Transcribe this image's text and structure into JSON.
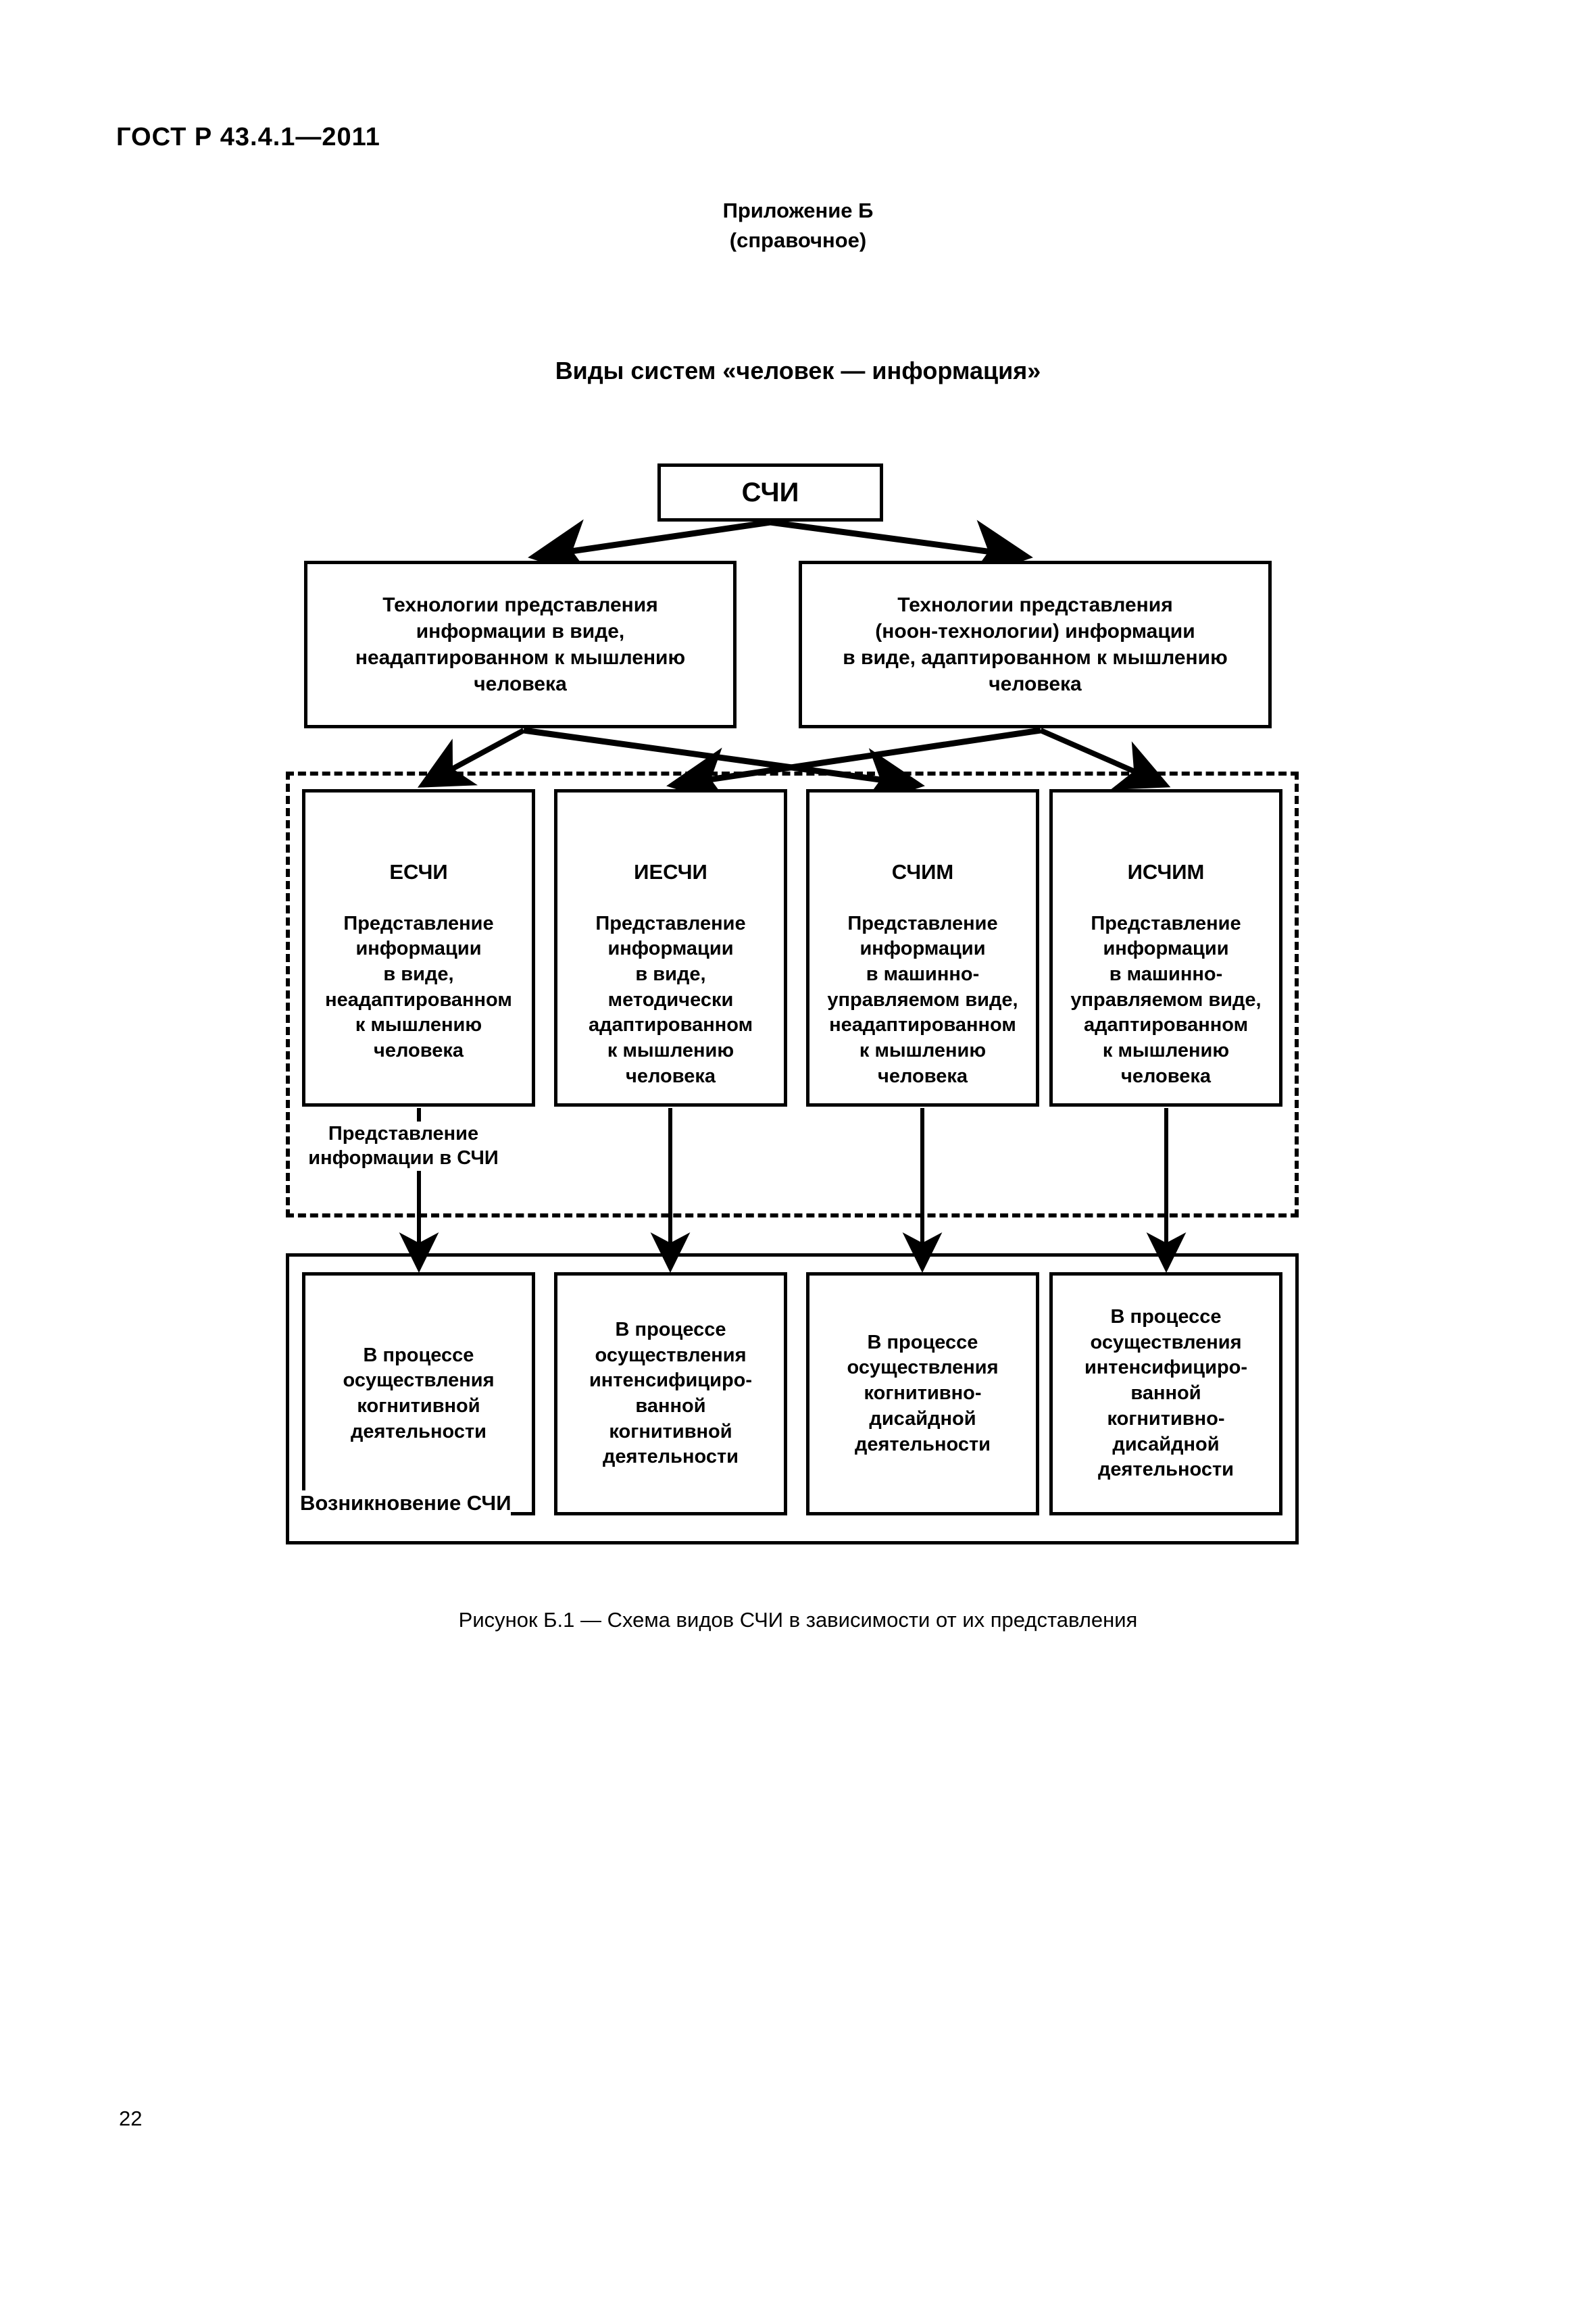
{
  "document": {
    "header": "ГОСТ Р 43.4.1—2011",
    "page_number": "22"
  },
  "appendix": {
    "title": "Приложение Б",
    "subtitle": "(справочное)"
  },
  "section": {
    "title": "Виды систем «человек — информация»"
  },
  "diagram": {
    "root": {
      "label": "СЧИ"
    },
    "level2": [
      {
        "id": "tech-nonadapted",
        "label": "Технологии представления\nинформации в виде,\nнеадаптированном к мышлению\nчеловека"
      },
      {
        "id": "tech-adapted",
        "label": "Технологии представления\n(ноон-технологии) информации\nв виде, адаптированном к мышлению\nчеловека"
      }
    ],
    "level3": [
      {
        "id": "eschi",
        "abbr": "ЕСЧИ",
        "label": "Представление\nинформации\nв виде,\nнеадаптированном\nк мышлению\nчеловека"
      },
      {
        "id": "ieschi",
        "abbr": "ИЕСЧИ",
        "label": "Представление\nинформации\nв виде,\nметодически\nадаптированном\nк мышлению\nчеловека"
      },
      {
        "id": "schim",
        "abbr": "СЧИМ",
        "label": "Представление\nинформации\nв машинно-\nуправляемом виде,\nнеадаптированном\nк мышлению\nчеловека"
      },
      {
        "id": "ischim",
        "abbr": "ИСЧИМ",
        "label": "Представление\nинформации\nв машинно-\nуправляемом виде,\nадаптированном\nк мышлению\nчеловека"
      }
    ],
    "level4": [
      {
        "id": "proc-cognitive",
        "label": "В процессе\nосуществления\nкогнитивной\nдеятельности"
      },
      {
        "id": "proc-intens-cogn",
        "label": "В процессе\nосуществления\nинтенсифициро-\nванной\nкогнитивной\nдеятельности"
      },
      {
        "id": "proc-cogn-diside",
        "label": "В процессе\nосуществления\nкогнитивно-\nдисайдной\nдеятельности"
      },
      {
        "id": "proc-intens-diside",
        "label": "В процессе\nосуществления\nинтенсифициро-\nванной\nкогнитивно-\nдисайдной\nдеятельности"
      }
    ],
    "groups": {
      "representation": "Представление\nинформации в СЧИ",
      "emergence": "Возникновение СЧИ"
    }
  },
  "figure": {
    "caption": "Рисунок Б.1 — Схема видов СЧИ в зависимости от их  представления"
  },
  "colors": {
    "ink": "#000000",
    "paper": "#ffffff"
  }
}
